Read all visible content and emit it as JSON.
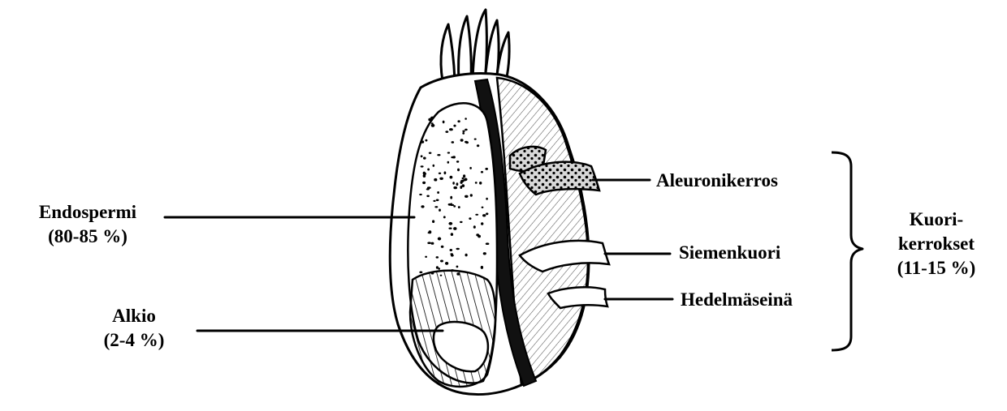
{
  "labels": {
    "endospermi": {
      "name": "Endospermi",
      "percent": "(80-85 %)"
    },
    "alkio": {
      "name": "Alkio",
      "percent": "(2-4 %)"
    },
    "aleuronikerros": "Aleuronikerros",
    "siemenkuori": "Siemenkuori",
    "hedelmaseina": "Hedelmäseinä",
    "kuorikerrokset": {
      "line1": "Kuori-",
      "line2": "kerrokset",
      "percent": "(11-15 %)"
    }
  }
}
